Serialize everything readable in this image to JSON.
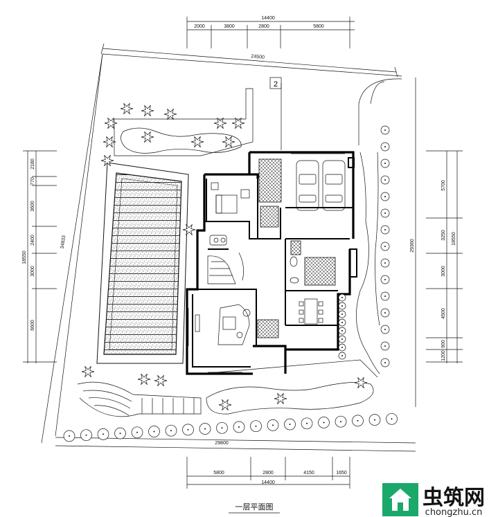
{
  "drawing_title": "一层平面图",
  "watermark": {
    "big_text": "虫筑网",
    "url_text": "chongzhu.cn",
    "logo_color": "#1aa86b"
  },
  "top_dims": {
    "total": "14400",
    "segments": [
      "2000",
      "3800",
      "2800",
      "5800"
    ]
  },
  "site_top": "24500",
  "marker": "2",
  "left_dims": {
    "total": "18550",
    "segments": [
      "2180",
      "770",
      "3600",
      "2400",
      "3000",
      "6600"
    ]
  },
  "left_diagonal": "34833",
  "right_dims": {
    "total": "29360",
    "subtotal": "18550",
    "segments": [
      "5700",
      "3250",
      "3000",
      "4500",
      "1200",
      "900"
    ]
  },
  "bottom_site": "29800",
  "bottom_dims": {
    "total": "14400",
    "segments": [
      "5800",
      "2800",
      "4150",
      "1650"
    ]
  }
}
